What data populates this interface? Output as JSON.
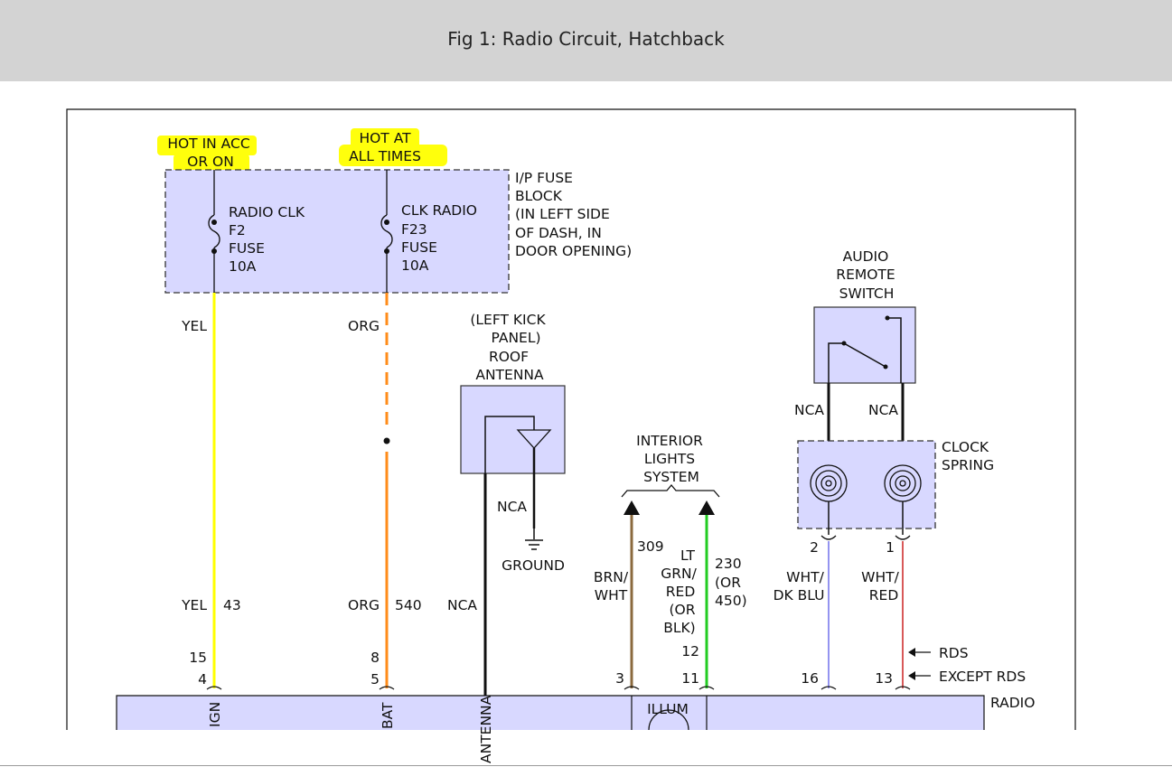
{
  "title": "Fig 1: Radio Circuit, Hatchback",
  "colors": {
    "yellow_wire": "#ffff00",
    "orange_wire": "#ff8c1a",
    "brown_wire": "#8b6a3e",
    "green_wire": "#22cc22",
    "blue_wire": "#8888ee",
    "red_wire": "#cc2222",
    "component_fill": "#d8d8ff",
    "highlight": "#ffff00"
  },
  "power": {
    "hot_acc_line1": "HOT IN ACC",
    "hot_acc_line2": "OR ON",
    "hot_all_line1": "HOT AT",
    "hot_all_line2": "ALL TIMES"
  },
  "fuse_block": {
    "label_lines": [
      "I/P FUSE",
      "BLOCK",
      "(IN LEFT SIDE",
      "OF DASH, IN",
      "DOOR OPENING)"
    ],
    "fuse_f2": [
      "RADIO CLK",
      "F2",
      "FUSE",
      "10A"
    ],
    "fuse_f23": [
      "CLK RADIO",
      "F23",
      "FUSE",
      "10A"
    ]
  },
  "antenna": {
    "label_lines": [
      "(LEFT KICK",
      "PANEL)",
      "ROOF",
      "ANTENNA"
    ],
    "nca": "NCA",
    "ground": "GROUND"
  },
  "audio_switch": {
    "label_lines": [
      "AUDIO",
      "REMOTE",
      "SWITCH"
    ],
    "nca_left": "NCA",
    "nca_right": "NCA"
  },
  "clock_spring": {
    "label_lines": [
      "CLOCK",
      "SPRING"
    ],
    "pin_left": "2",
    "pin_right": "1"
  },
  "interior_lights": {
    "label_lines": [
      "INTERIOR",
      "LIGHTS",
      "SYSTEM"
    ]
  },
  "wires": {
    "yel_top": "YEL",
    "org_top": "ORG",
    "yel_bottom": "YEL",
    "yel_circuit": "43",
    "org_bottom": "ORG",
    "org_circuit": "540",
    "antenna_nca": "NCA",
    "brn_circuit": "309",
    "brn_color_lines": [
      "BRN/",
      "WHT"
    ],
    "grn_color_lines": [
      "LT",
      "GRN/",
      "RED",
      "(OR",
      "BLK)"
    ],
    "grn_circuit_lines": [
      "230",
      "(OR",
      "450)"
    ],
    "wht_dk_blu_lines": [
      "WHT/",
      "DK BLU"
    ],
    "wht_red_lines": [
      "WHT/",
      "RED"
    ]
  },
  "radio_pins": {
    "ign_alt": "15",
    "ign": "4",
    "bat_alt": "8",
    "bat": "5",
    "illum_a": "3",
    "illum_b_alt": "12",
    "illum_b": "11",
    "sw_a": "16",
    "sw_b": "13"
  },
  "rds": {
    "rds": "RDS",
    "except": "EXCEPT RDS"
  },
  "radio": {
    "label": "RADIO",
    "ign_label": "IGN",
    "bat_label": "BAT",
    "ant_label": "ANTENNA",
    "illum_label": "ILLUM"
  }
}
